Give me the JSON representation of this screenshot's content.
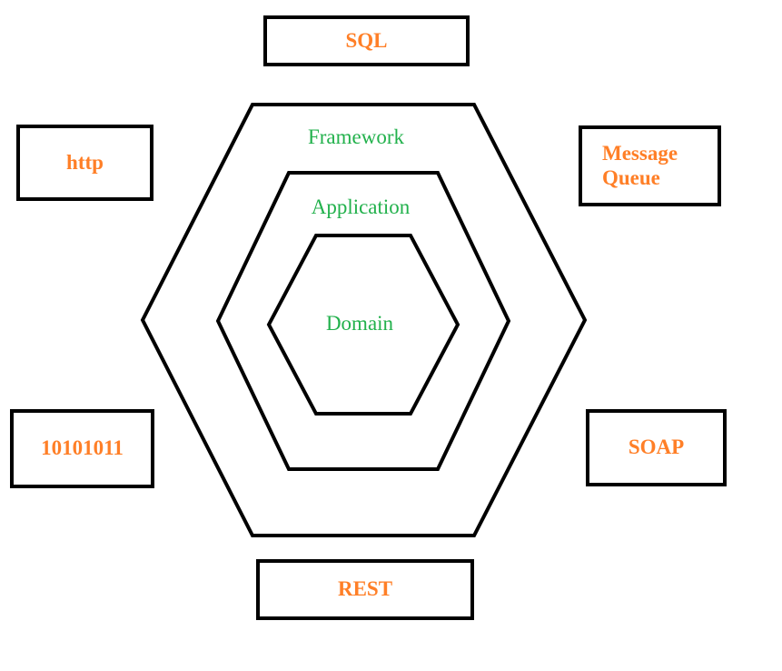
{
  "diagram": {
    "layers": {
      "framework": "Framework",
      "application": "Application",
      "domain": "Domain"
    },
    "adapters": {
      "sql": "SQL",
      "http": "http",
      "message_queue": "Message Queue",
      "binary": "10101011",
      "soap": "SOAP",
      "rest": "REST"
    },
    "colors": {
      "adapter_text": "#FF7F27",
      "layer_text": "#22B14C",
      "outline": "#000000",
      "background": "#FFFFFF"
    }
  }
}
